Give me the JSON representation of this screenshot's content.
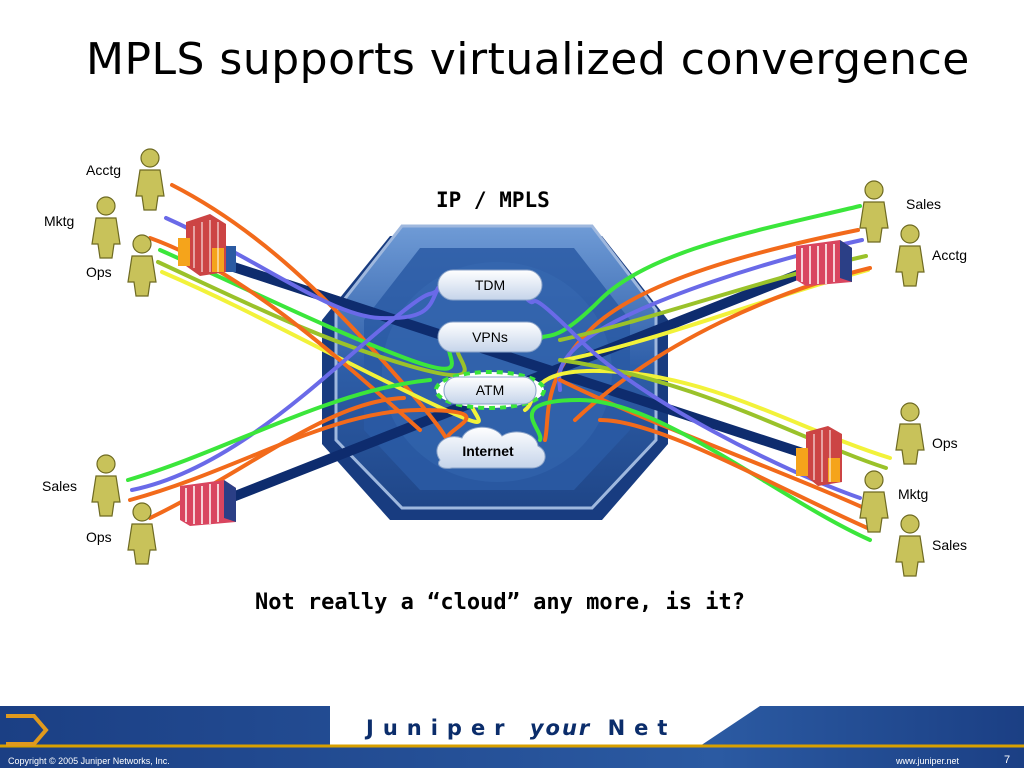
{
  "slide": {
    "title": "MPLS supports virtualized convergence",
    "network_label": "IP / MPLS",
    "caption": "Not really a “cloud” any more, is it?",
    "page_number": "7"
  },
  "services": [
    "TDM",
    "VPNs",
    "ATM",
    "Internet"
  ],
  "sites": {
    "top_left": [
      "Acctg",
      "Mktg",
      "Ops"
    ],
    "bottom_left": [
      "Sales",
      "Ops"
    ],
    "top_right": [
      "Sales",
      "Acctg"
    ],
    "bottom_right": [
      "Ops",
      "Mktg",
      "Sales"
    ]
  },
  "footer": {
    "brand_left": "Juniper",
    "brand_mid": "your",
    "brand_right": "Net",
    "copyright": "Copyright © 2005 Juniper Networks, Inc.",
    "website": "www.juniper.net"
  },
  "colors": {
    "line_orange": "#f26a1b",
    "line_blue": "#6a6ae8",
    "line_green": "#3be63b",
    "line_olive": "#9ac22a",
    "line_yellow": "#f2f23a",
    "core_blue": "#2f5fa8",
    "trunk_navy": "#0e2c6e",
    "footer_blue": "#1e4a8e"
  }
}
